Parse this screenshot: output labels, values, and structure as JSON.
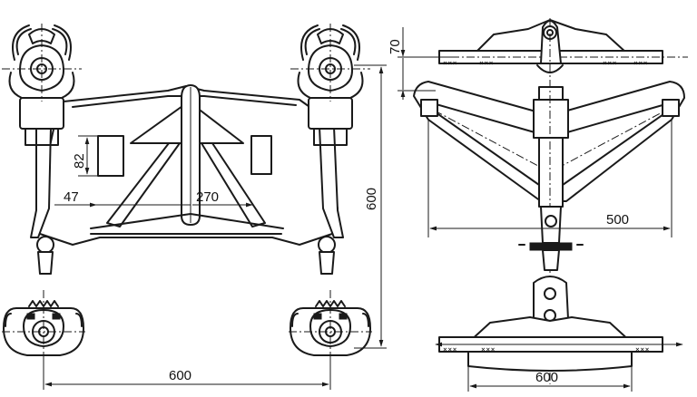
{
  "dimensions": {
    "front_width": "600",
    "front_height": "600",
    "plate_offset": "47",
    "plate_height": "82",
    "brace_span": "270",
    "side_top_offset": "70",
    "side_arm_span": "500",
    "side_base_width": "600"
  },
  "hatch_marks": {
    "top_left": "×××",
    "top_left_2": "×××",
    "top_right": "×××",
    "top_right_2": "×××",
    "bottom_left": "×××",
    "bottom_left_2": "×××",
    "bottom_right": "×××"
  }
}
